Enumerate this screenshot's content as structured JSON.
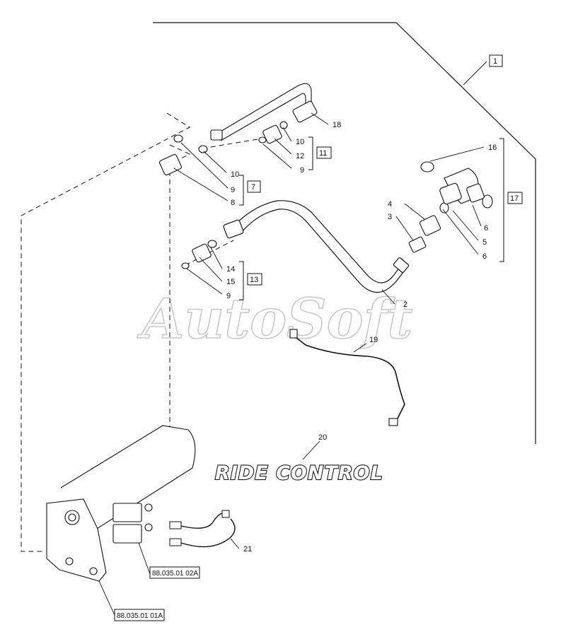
{
  "diagram": {
    "watermark": "AutoSoft",
    "badge_text": "RIDE CONTROL",
    "callouts": {
      "c1": "1",
      "c2": "2",
      "c3": "3",
      "c4": "4",
      "c5": "5",
      "c6a": "6",
      "c6b": "6",
      "c7": "7",
      "c8": "8",
      "c9a": "9",
      "c9b": "9",
      "c9c": "9",
      "c10a": "10",
      "c10b": "10",
      "c11": "11",
      "c12": "12",
      "c13": "13",
      "c14": "14",
      "c15": "15",
      "c16": "16",
      "c17": "17",
      "c18": "18",
      "c19": "19",
      "c20": "20",
      "c21": "21"
    },
    "references": {
      "ref_a": "88.035.01 02A",
      "ref_b": "88.035.01 01A"
    }
  }
}
